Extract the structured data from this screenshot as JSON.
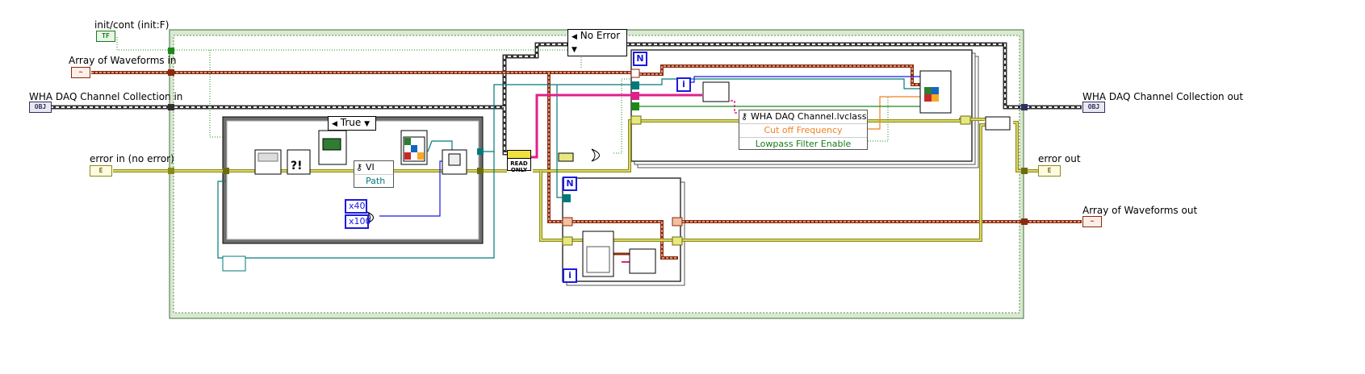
{
  "labels": {
    "init_cont": "init/cont (init:F)",
    "array_waveforms_in": "Array of Waveforms in",
    "channel_collection_in": "WHA DAQ Channel Collection in",
    "error_in": "error in (no error)",
    "channel_collection_out": "WHA DAQ Channel Collection out",
    "error_out": "error out",
    "array_waveforms_out": "Array of Waveforms out"
  },
  "terminals": {
    "bool": "TF",
    "waveform": "~",
    "object": "OBJ",
    "error": "E"
  },
  "case_structures": {
    "outer_selector": "No Error",
    "inner_selector": "True"
  },
  "nodes": {
    "vi_property": "VI",
    "path": "Path",
    "const_40": "x40",
    "const_100": "x100",
    "read_only": "READ ONLY",
    "class_name": "WHA DAQ Channel.lvclass",
    "cutoff": "Cut off Frequency",
    "lowpass": "Lowpass Filter Enable",
    "loop_n": "N",
    "loop_i": "i"
  },
  "colors": {
    "error_wire": "#8a8a1a",
    "error_wire_fill": "#f2f070",
    "waveform_wire": "#8b2a10",
    "waveform_wire_fill": "#e8b090",
    "object_wire": "#303030",
    "ref_wire": "#007a7a",
    "bool_wire": "#1a8a1a",
    "int_wire": "#1a1ae0",
    "pink_wire": "#e0208a",
    "orange_wire": "#f08020",
    "case_border": "#6a8a60",
    "case_fill": "#d8ead0"
  }
}
